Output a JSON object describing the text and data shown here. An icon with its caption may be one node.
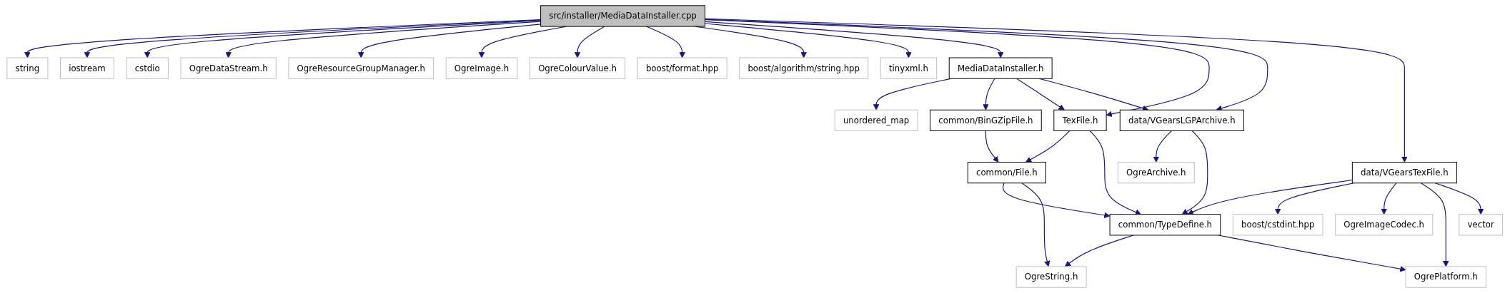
{
  "diagram": {
    "nodes": [
      {
        "text": [
          "src/installer/MediaDataInstaller.cpp"
        ]
      },
      {
        "text": [
          "string"
        ]
      },
      {
        "text": [
          "iostream"
        ]
      },
      {
        "text": [
          "cstdio"
        ]
      },
      {
        "text": [
          "OgreDataStream.h"
        ]
      },
      {
        "text": [
          "OgreResourceGroupManager.h"
        ]
      },
      {
        "text": [
          "OgreImage.h"
        ]
      },
      {
        "text": [
          "OgreColourValue.h"
        ]
      },
      {
        "text": [
          "boost/format.hpp"
        ]
      },
      {
        "text": [
          "boost/algorithm/string.hpp"
        ]
      },
      {
        "text": [
          "tinyxml.h"
        ]
      },
      {
        "text": [
          "MediaDataInstaller.h"
        ]
      },
      {
        "text": [
          "data/VGearsTexFile.h"
        ]
      },
      {
        "text": [
          "unordered_map"
        ]
      },
      {
        "text": [
          "common/BinGZipFile.h"
        ]
      },
      {
        "text": [
          "TexFile.h"
        ]
      },
      {
        "text": [
          "data/VGearsLGPArchive.h"
        ]
      },
      {
        "text": [
          "OgreArchive.h"
        ]
      },
      {
        "text": [
          "common/File.h"
        ]
      },
      {
        "text": [
          "common/TypeDefine.h"
        ]
      },
      {
        "text": [
          "boost/cstdint.hpp"
        ]
      },
      {
        "text": [
          "OgreImageCodec.h"
        ]
      },
      {
        "text": [
          "vector"
        ]
      },
      {
        "text": [
          "OgreString.h"
        ]
      },
      {
        "text": [
          "OgrePlatform.h"
        ]
      }
    ],
    "edges": [
      {
        "from": 0,
        "to": 1,
        "arrow": "to"
      },
      {
        "from": 0,
        "to": 2,
        "arrow": "to"
      },
      {
        "from": 0,
        "to": 3,
        "arrow": "to"
      },
      {
        "from": 0,
        "to": 4,
        "arrow": "to"
      },
      {
        "from": 0,
        "to": 5,
        "arrow": "to"
      },
      {
        "from": 0,
        "to": 6,
        "arrow": "to"
      },
      {
        "from": 0,
        "to": 7,
        "arrow": "to"
      },
      {
        "from": 0,
        "to": 8,
        "arrow": "to"
      },
      {
        "from": 0,
        "to": 9,
        "arrow": "to"
      },
      {
        "from": 0,
        "to": 10,
        "arrow": "to"
      },
      {
        "from": 0,
        "to": 11,
        "arrow": "to"
      },
      {
        "from": 0,
        "to": 15,
        "arrow": "to"
      },
      {
        "from": 0,
        "to": 16,
        "arrow": "to"
      },
      {
        "from": 0,
        "to": 12,
        "arrow": "to"
      },
      {
        "from": 11,
        "to": 13,
        "arrow": "to"
      },
      {
        "from": 11,
        "to": 14,
        "arrow": "to"
      },
      {
        "from": 11,
        "to": 15,
        "arrow": "to"
      },
      {
        "from": 11,
        "to": 16,
        "arrow": "to"
      },
      {
        "from": 14,
        "to": 18,
        "arrow": "to"
      },
      {
        "from": 15,
        "to": 18,
        "arrow": "to"
      },
      {
        "from": 15,
        "to": 19,
        "arrow": "to"
      },
      {
        "from": 16,
        "to": 17,
        "arrow": "to"
      },
      {
        "from": 16,
        "to": 19,
        "arrow": "to"
      },
      {
        "from": 18,
        "to": 19,
        "arrow": "to"
      },
      {
        "from": 18,
        "to": 23,
        "arrow": "to"
      },
      {
        "from": 12,
        "to": 19,
        "arrow": "to"
      },
      {
        "from": 12,
        "to": 20,
        "arrow": "to"
      },
      {
        "from": 12,
        "to": 21,
        "arrow": "to"
      },
      {
        "from": 12,
        "to": 24,
        "arrow": "to"
      },
      {
        "from": 12,
        "to": 22,
        "arrow": "to"
      },
      {
        "from": 19,
        "to": 23,
        "arrow": "to"
      },
      {
        "from": 19,
        "to": 24,
        "arrow": "to"
      }
    ]
  }
}
